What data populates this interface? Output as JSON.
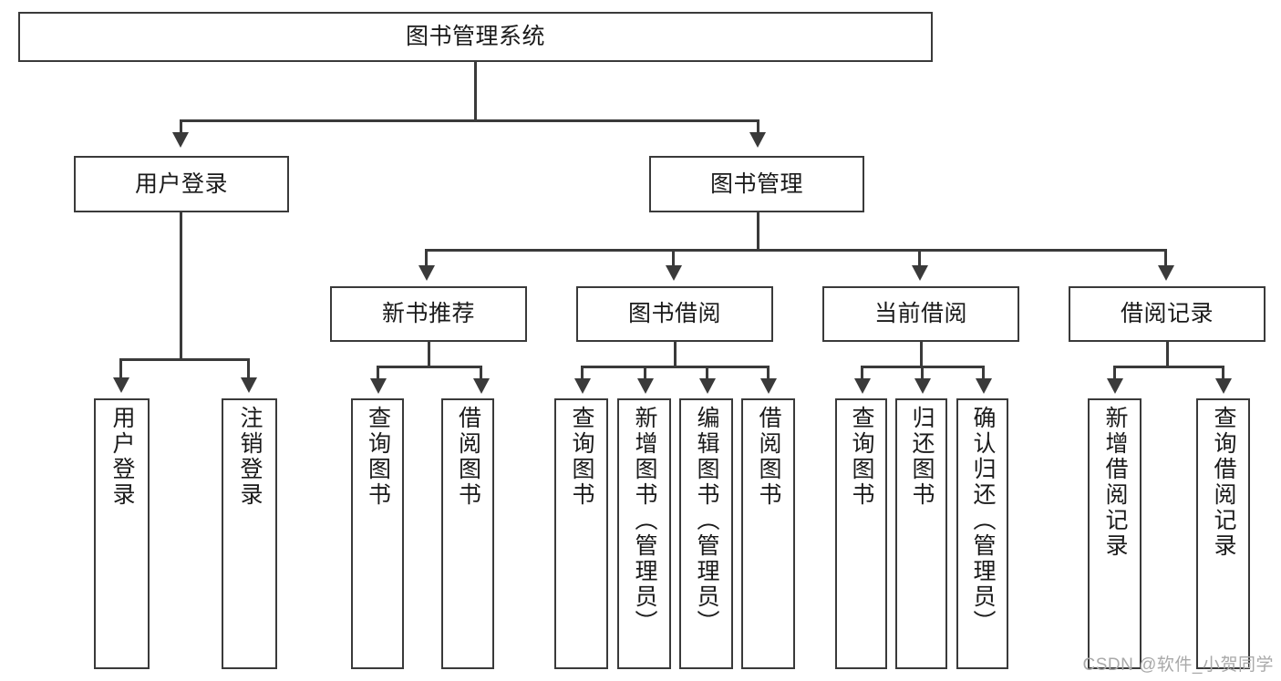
{
  "diagram": {
    "title": "图书管理系统",
    "root": {
      "label": "图书管理系统"
    },
    "level2": [
      {
        "label": "用户登录"
      },
      {
        "label": "图书管理"
      }
    ],
    "level3": [
      {
        "label": "新书推荐"
      },
      {
        "label": "图书借阅"
      },
      {
        "label": "当前借阅"
      },
      {
        "label": "借阅记录"
      }
    ],
    "leaves": {
      "user_login": [
        {
          "label": "用户登录"
        },
        {
          "label": "注销登录"
        }
      ],
      "new_book_recommend": [
        {
          "label": "查询图书"
        },
        {
          "label": "借阅图书"
        }
      ],
      "book_borrow": [
        {
          "label": "查询图书"
        },
        {
          "label": "新增图书（管理员）"
        },
        {
          "label": "编辑图书（管理员）"
        },
        {
          "label": "借阅图书"
        }
      ],
      "current_borrow": [
        {
          "label": "查询图书"
        },
        {
          "label": "归还图书"
        },
        {
          "label": "确认归还（管理员）"
        }
      ],
      "borrow_record": [
        {
          "label": "新增借阅记录"
        },
        {
          "label": "查询借阅记录"
        }
      ]
    }
  },
  "watermark": {
    "text": "CSDN @软件_小贺同学"
  },
  "colors": {
    "stroke": "#3a3a3a",
    "background": "#ffffff",
    "text": "#1a1a1a",
    "watermark": "#a9a9a9"
  }
}
